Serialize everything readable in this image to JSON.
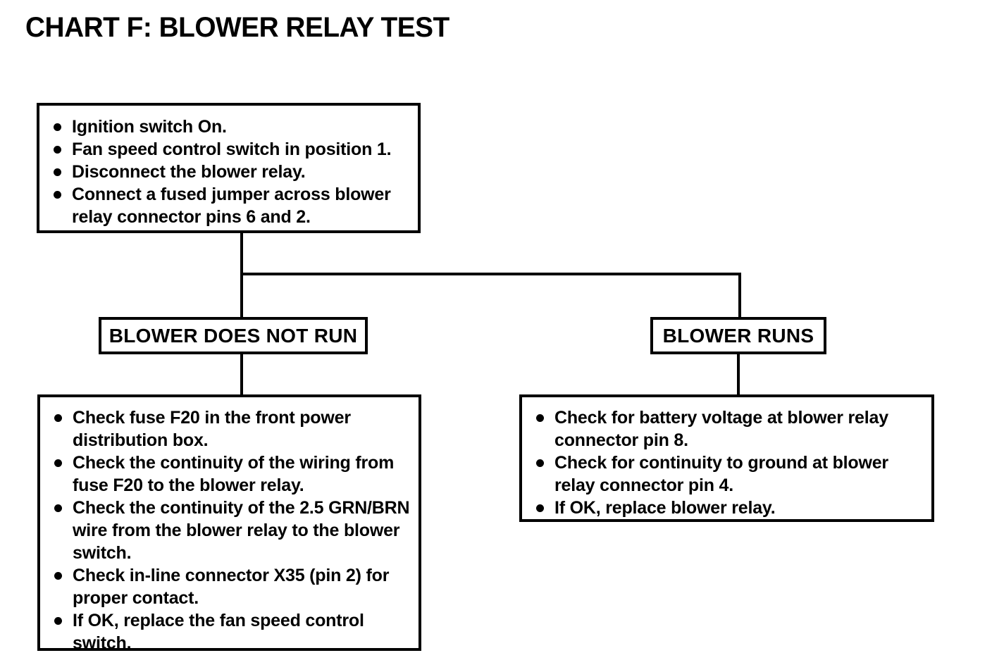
{
  "chart_data": {
    "type": "diagram",
    "title": "CHART F: BLOWER RELAY TEST",
    "diagram_kind": "troubleshooting-flowchart",
    "nodes": [
      {
        "id": "conditions",
        "kind": "instruction-box",
        "items": [
          "Ignition switch On.",
          "Fan speed control switch in position 1.",
          "Disconnect the blower relay.",
          "Connect a fused jumper across blower relay connector pins 6 and 2."
        ]
      },
      {
        "id": "blower-does-not-run",
        "kind": "outcome-label",
        "label": "BLOWER DOES NOT RUN"
      },
      {
        "id": "blower-runs",
        "kind": "outcome-label",
        "label": "BLOWER RUNS"
      },
      {
        "id": "no-run-actions",
        "kind": "action-box",
        "items": [
          "Check fuse F20 in the front power distribution box.",
          "Check the continuity of the wiring from fuse F20 to the blower relay.",
          "Check the continuity of the 2.5 GRN/BRN wire from the blower relay to the blower switch.",
          "Check in-line connector X35 (pin 2) for proper contact.",
          "If OK, replace the fan speed control switch."
        ]
      },
      {
        "id": "runs-actions",
        "kind": "action-box",
        "items": [
          "Check for battery voltage at blower relay connector pin 8.",
          "Check for continuity to ground at blower relay connector pin 4.",
          "If OK, replace blower relay."
        ]
      }
    ],
    "edges": [
      {
        "from": "conditions",
        "to": "blower-does-not-run"
      },
      {
        "from": "conditions",
        "to": "blower-runs"
      },
      {
        "from": "blower-does-not-run",
        "to": "no-run-actions"
      },
      {
        "from": "blower-runs",
        "to": "runs-actions"
      }
    ],
    "colors": {
      "line": "#000000",
      "background": "#ffffff",
      "text": "#000000"
    }
  },
  "title": "CHART F: BLOWER RELAY TEST",
  "conditions": {
    "bullets": [
      "Ignition switch On.",
      "Fan speed control switch in position 1.",
      "Disconnect the blower relay.",
      "Connect a fused jumper across blower relay connector pins 6 and 2."
    ]
  },
  "outcomes": {
    "does_not_run": "BLOWER DOES NOT RUN",
    "runs": "BLOWER RUNS"
  },
  "no_run_actions": {
    "bullets": [
      "Check fuse F20 in the front power distribution box.",
      "Check the continuity of the wiring from fuse F20 to the blower relay.",
      "Check the continuity of the 2.5 GRN/BRN wire from the blower relay to the blower switch.",
      "Check in-line connector X35 (pin 2) for proper contact.",
      "If OK, replace the fan speed control switch."
    ]
  },
  "runs_actions": {
    "bullets": [
      "Check for battery voltage at blower relay connector pin 8.",
      "Check for continuity to ground at blower relay connector pin 4.",
      "If OK, replace blower relay."
    ]
  }
}
